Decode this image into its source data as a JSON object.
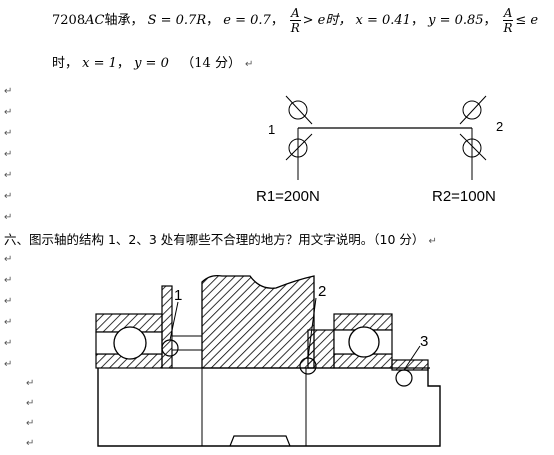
{
  "problem5": {
    "bearing": "7208",
    "bearing_suffix": "AC",
    "zhou_cheng": "轴承，",
    "S_expr": "S = 0.7R",
    "e_expr": "e = 0.7",
    "frac_num": "A",
    "frac_den": "R",
    "gt_e": "> e时，",
    "x_val1": "x = 0.41",
    "y_val1": "y = 0.85",
    "le_e": "≤ e",
    "shi": "时，",
    "x_val2": "x = 1",
    "y_val2": "y = 0",
    "score": "（14 分）",
    "sep": "，"
  },
  "figure1": {
    "label_left": "1",
    "label_right": "2",
    "load_left": "R1=200N",
    "load_right": "R2=100N"
  },
  "problem6": {
    "text": "六、图示轴的结构 1、2、3 处有哪些不合理的地方？用文字说明。（10 分）"
  },
  "figure2": {
    "label1": "1",
    "label2": "2",
    "label3": "3"
  },
  "paragraph_mark": "↵"
}
